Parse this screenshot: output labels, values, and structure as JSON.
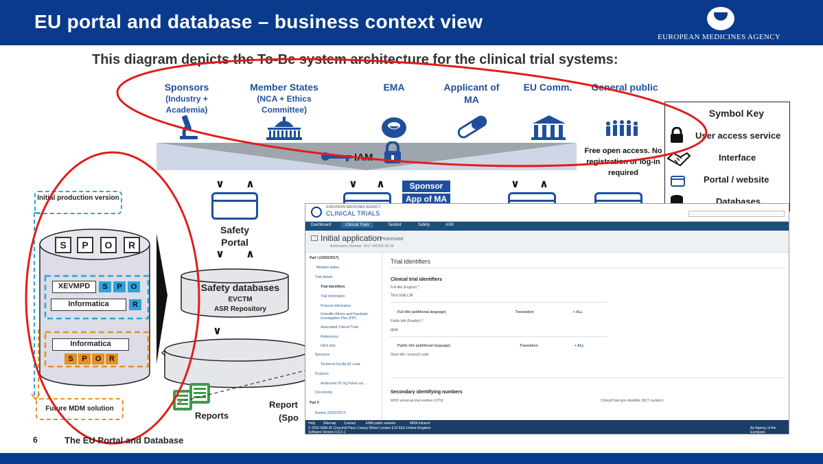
{
  "header": {
    "title": "EU portal and database – business context view",
    "agency": "EUROPEAN MEDICINES AGENCY"
  },
  "subtitle": "This diagram depicts the To-Be system architecture for the clinical trial systems:",
  "actors": [
    {
      "label": "Sponsors",
      "sub1": "(Industry  +",
      "sub2": "Academia)",
      "icon": "microscope-icon"
    },
    {
      "label": "Member States",
      "sub1": "(NCA + Ethics",
      "sub2": "Committee)",
      "icon": "parliament-icon"
    },
    {
      "label": "EMA",
      "icon": "ema-logo-icon"
    },
    {
      "label": "Applicant of",
      "label2": "MA",
      "icon": "capsule-icon"
    },
    {
      "label": "EU Comm.",
      "icon": "institution-icon"
    },
    {
      "label": "General public",
      "icon": "people-icon"
    }
  ],
  "iam": {
    "label": "IAM"
  },
  "free_access": "Free open access. No registration or log-in required",
  "symbol_key": {
    "title": "Symbol Key",
    "items": [
      {
        "label": "User access service",
        "icon": "lock-icon"
      },
      {
        "label": "Interface",
        "icon": "handshake-icon"
      },
      {
        "label": "Portal / website",
        "icon": "portal-icon"
      },
      {
        "label": "Databases",
        "icon": "database-icon"
      }
    ]
  },
  "arrows": {
    "down": "∨",
    "up": "∧"
  },
  "safety_portal": {
    "line1": "Safety",
    "line2": "Portal"
  },
  "sponsor_pills": [
    "Sponsor",
    "App of MA"
  ],
  "safety_db": {
    "title": "Safety databases",
    "line1": "EVCTM",
    "line2": "ASR Repository"
  },
  "reports": {
    "label": "Reports",
    "label2a": "Report",
    "label2b": "(Spo"
  },
  "mdm": {
    "initial": "Initial production version",
    "future": "Future MDM solution",
    "spor": [
      "S",
      "P",
      "O",
      "R"
    ],
    "xevmpd": "XEVMPD",
    "xevmpd_boxes": [
      "S",
      "P",
      "O"
    ],
    "informatica": "Informatica",
    "informatica_box": "R",
    "informatica2": "Informatica",
    "spor_orange": [
      "S",
      "P",
      "O",
      "R"
    ]
  },
  "footer": {
    "page": "6",
    "text": "The EU Portal and Database"
  },
  "screenshot": {
    "agency": "EUROPEAN MEDICINES AGENCY",
    "app_title": "CLINICAL TRIALS",
    "tabs": [
      "Dashboard",
      "Clinical Trials",
      "Tasklist",
      "Safety",
      "ASR"
    ],
    "page_title": "Initial application",
    "status": "Processed",
    "meta": "Authorised | Number: 2017-940335-26-00",
    "sidebar": [
      "Part I (10/02/2017)",
      "Member states",
      "Trial details",
      "Trial identifiers",
      "Trial information",
      "Protocol information",
      "Scientific Advice and Paediatric",
      "Investigation Plan (PIP)",
      "Associated Clinical Trials",
      "References",
      "Glick stop",
      "Sponsors",
      "Technical Facility A1 Lead",
      "Products",
      "Ambisome 50 mg Pulver zur ...",
      "Documents",
      "Part II",
      "Austria (10/02/2017)"
    ],
    "section_title": "Trial identifiers",
    "ct_identifiers": "Clinical trial identifiers",
    "full_title_label": "Full title (English) *:",
    "full_title_value": "Test trial LM",
    "full_title_additional": "Full title (additional language)",
    "translation": "Translation",
    "add_all": "+ ALL",
    "public_title_label": "Public title (English) *:",
    "public_title_value": "qwe",
    "public_title_additional": "Public title (additional language)",
    "short_title_label": "Short title / protocol code:",
    "secondary": "Secondary identifying numbers",
    "who_label": "WHO universal trial number (UTN):",
    "nct_label": "ClinicalTrials.gov identifier (NCT number):",
    "footer_links": [
      "Help",
      "Sitemap",
      "Contact",
      "EMA public website",
      "MMA intranet"
    ],
    "footer_address": "© 2016 EMA 30 Churchill Place Canary Wharf London E14 5EU United Kingdom",
    "footer_version": "Software Version 0.5.0.1",
    "footer_right": "An Agency of the European"
  }
}
